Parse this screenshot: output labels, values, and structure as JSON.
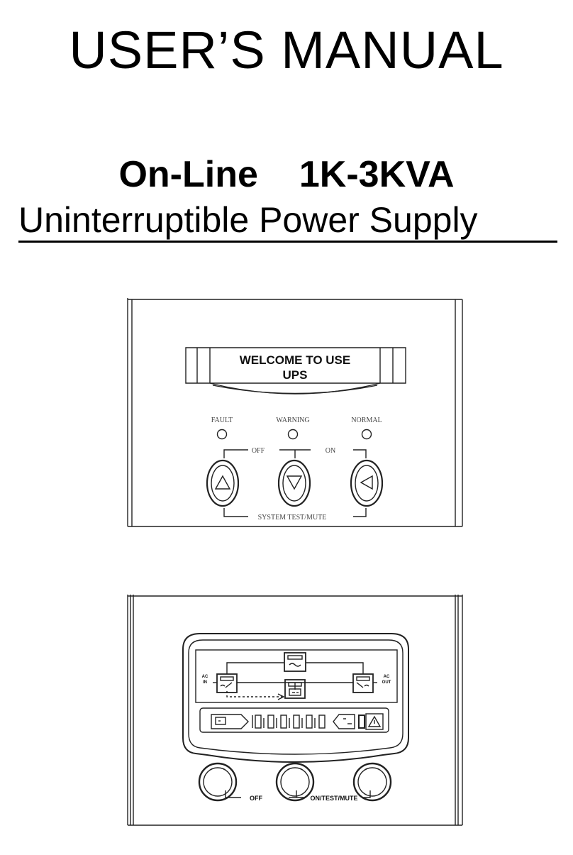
{
  "document": {
    "title": "USER’S MANUAL",
    "model_line": "On-Line",
    "capacity": "1K-3KVA",
    "product": "Uninterruptible Power Supply"
  },
  "panel_lcd": {
    "display_line1": "WELCOME TO USE",
    "display_line2": "UPS",
    "leds": [
      "FAULT",
      "WARNING",
      "NORMAL"
    ],
    "off_label": "OFF",
    "on_label": "ON",
    "combo_label": "SYSTEM TEST/MUTE",
    "buttons": [
      {
        "name": "up-arrow-button",
        "icon": "triangle-up-icon"
      },
      {
        "name": "down-arrow-button",
        "icon": "triangle-down-icon"
      },
      {
        "name": "left-arrow-button",
        "icon": "triangle-left-icon"
      }
    ]
  },
  "panel_led": {
    "ac_in": [
      "AC",
      "IN"
    ],
    "ac_out": [
      "AC",
      "OUT"
    ],
    "off_label": "OFF",
    "on_label": "ON/TEST/MUTE",
    "icons": [
      "battery-icon",
      "bypass-icon",
      "inverter-icon",
      "rectifier-icon",
      "load-bar-icon",
      "fan-icon",
      "warning-icon"
    ]
  }
}
